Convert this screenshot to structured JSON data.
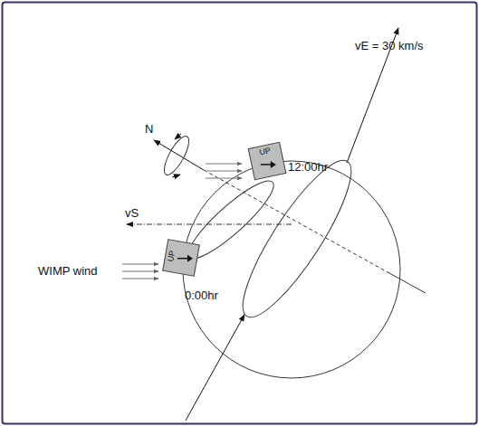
{
  "diagram": {
    "nodes": [
      {
        "text": [
          "UP"
        ]
      },
      {
        "text": [
          "UP"
        ]
      }
    ],
    "labels": [
      "vE = 30 km/s",
      "12:00hr",
      "N",
      "vS",
      "WIMP wind",
      "0:00hr"
    ]
  }
}
